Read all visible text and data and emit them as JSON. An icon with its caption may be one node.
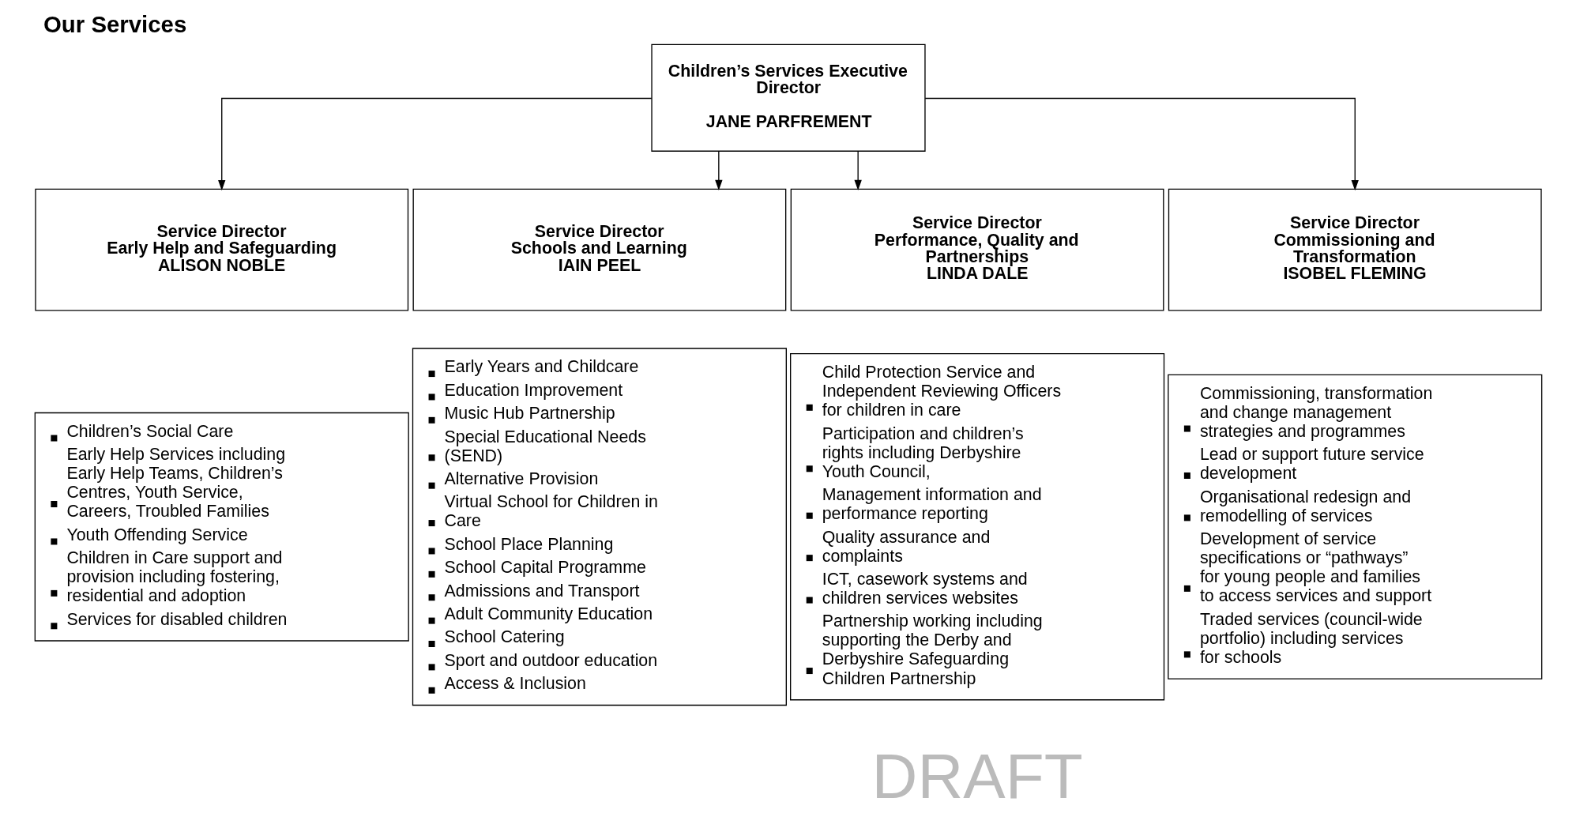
{
  "diagram": {
    "title": "Our Services",
    "nodes": [
      {
        "text": [
          "Children’s Services Executive Director",
          "JANE PARFREMENT"
        ]
      },
      {
        "text": [
          "Service Director",
          "Early Help and Safeguarding",
          "ALISON NOBLE"
        ]
      },
      {
        "text": [
          "Service Director",
          "Schools and Learning",
          "IAIN PEEL"
        ]
      },
      {
        "text": [
          "Service Director",
          "Performance, Quality and Partnerships",
          "LINDA DALE"
        ]
      },
      {
        "text": [
          "Service Director",
          "Commissioning and Transformation",
          "ISOBEL FLEMING"
        ]
      },
      {
        "text": [
          "Children’s Social Care",
          "Early Help Services including Early Help Teams, Children’s Centres, Youth Service, Careers, Troubled Families",
          "Youth Offending Service",
          "Children in Care support and provision including fostering, residential and adoption",
          "Services for disabled children"
        ]
      },
      {
        "text": [
          "Early Years and Childcare",
          "Education Improvement",
          "Music Hub Partnership",
          "Special Educational Needs (SEND)",
          "Alternative Provision",
          "Virtual School for Children in Care",
          "School Place Planning",
          "School Capital Programme",
          "Admissions and Transport",
          "Adult Community Education",
          "School Catering",
          "Sport and outdoor education",
          "Access & Inclusion"
        ]
      },
      {
        "text": [
          "Child Protection Service and Independent Reviewing Officers for children in care",
          "Participation and children’s rights including Derbyshire Youth Council,",
          "Management information and performance reporting",
          "Quality assurance and complaints",
          "ICT, casework systems and children services websites",
          "Partnership working including supporting the Derby and Derbyshire Safeguarding Children Partnership"
        ]
      },
      {
        "text": [
          "Commissioning, transformation and change management strategies and programmes",
          "Lead or support future service development",
          "Organisational redesign and remodelling of services",
          "Development of service specifications or “pathways” for young people and families to access services and support",
          "Traded services (council-wide portfolio) including services for schools"
        ]
      }
    ],
    "edges": [
      {
        "from": 0,
        "to": 1,
        "arrow": "to"
      },
      {
        "from": 0,
        "to": 2,
        "arrow": "to"
      },
      {
        "from": 0,
        "to": 3,
        "arrow": "to"
      },
      {
        "from": 0,
        "to": 4,
        "arrow": "to"
      }
    ],
    "labels": [
      "DRAFT"
    ]
  }
}
